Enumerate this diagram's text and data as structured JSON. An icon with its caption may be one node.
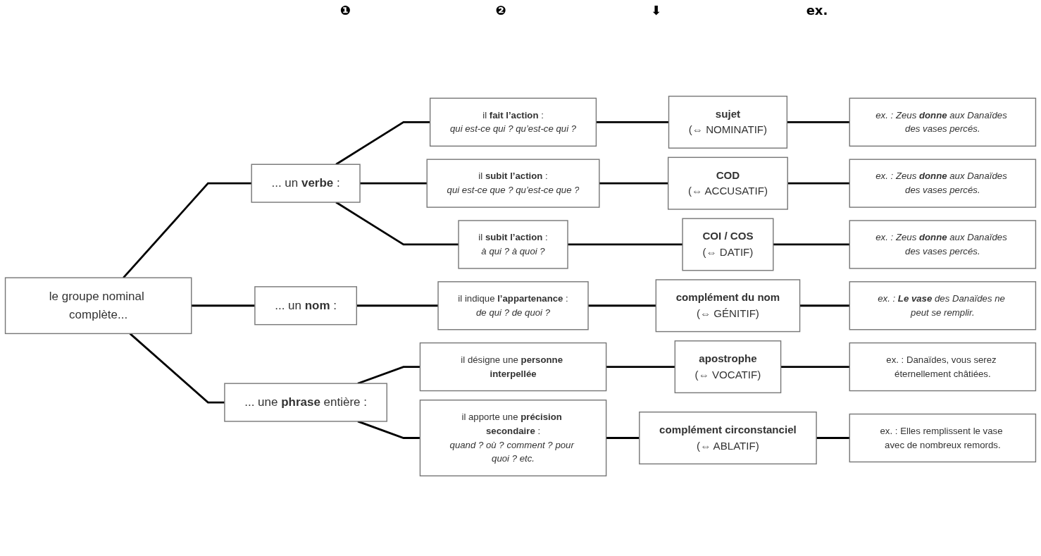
{
  "diagram": {
    "nodes": [
      {
        "text": [
          "le groupe nominal complète..."
        ]
      },
      {
        "text": [
          "... un **verbe** :"
        ]
      },
      {
        "text": [
          "... un **nom** :"
        ]
      },
      {
        "text": [
          "... une **phrase** entière :"
        ]
      },
      {
        "text": [
          "il **fait l’action** :",
          "qui est-ce qui ? qu’est-ce qui ?"
        ]
      },
      {
        "text": [
          "sujet",
          "(⇔ NOMINATIF)"
        ]
      },
      {
        "text": [
          "ex. : Zeus **donne** aux Danaïdes des vases percés."
        ]
      },
      {
        "text": [
          "il **subit l’action** :",
          "qui est-ce que ? qu’est-ce que ?"
        ]
      },
      {
        "text": [
          "COD",
          "(⇔ ACCUSATIF)"
        ]
      },
      {
        "text": [
          "ex. : Zeus **donne** aux Danaïdes des vases percés."
        ]
      },
      {
        "text": [
          "il **subit l’action** :",
          "à qui ? à quoi ?"
        ]
      },
      {
        "text": [
          "COI / COS",
          "(⇔ DATIF)"
        ]
      },
      {
        "text": [
          "ex. : Zeus **donne** aux Danaïdes des vases percés."
        ]
      },
      {
        "text": [
          "il indique **l’appartenance** :",
          "de qui ? de quoi ?"
        ]
      },
      {
        "text": [
          "complément du nom",
          "(⇔ GÉNITIF)"
        ]
      },
      {
        "text": [
          "ex. : **Le vase** des Danaïdes ne peut se remplir."
        ]
      },
      {
        "text": [
          "il désigne une **personne interpellée**"
        ]
      },
      {
        "text": [
          "apostrophe",
          "(⇔ VOCATIF)"
        ]
      },
      {
        "text": [
          "ex. : Danaïdes, vous serez éternellement châtiées."
        ]
      },
      {
        "text": [
          "il apporte une **précision secondaire** :",
          "quand ? où ? comment ? pour quoi ? etc."
        ]
      },
      {
        "text": [
          "complément circonstanciel",
          "(⇔ ABLATIF)"
        ]
      },
      {
        "text": [
          "ex. : Elles remplissent le vase avec de nombreux remords."
        ]
      }
    ],
    "edges": [
      {
        "from": 0,
        "to": 1,
        "arrow": "none"
      },
      {
        "from": 0,
        "to": 2,
        "arrow": "none"
      },
      {
        "from": 0,
        "to": 3,
        "arrow": "none"
      },
      {
        "from": 1,
        "to": 4,
        "arrow": "none"
      },
      {
        "from": 1,
        "to": 7,
        "arrow": "none"
      },
      {
        "from": 1,
        "to": 10,
        "arrow": "none"
      },
      {
        "from": 4,
        "to": 5,
        "arrow": "none"
      },
      {
        "from": 5,
        "to": 6,
        "arrow": "none"
      },
      {
        "from": 7,
        "to": 8,
        "arrow": "none"
      },
      {
        "from": 8,
        "to": 9,
        "arrow": "none"
      },
      {
        "from": 10,
        "to": 11,
        "arrow": "none"
      },
      {
        "from": 11,
        "to": 12,
        "arrow": "none"
      },
      {
        "from": 2,
        "to": 13,
        "arrow": "none"
      },
      {
        "from": 13,
        "to": 14,
        "arrow": "none"
      },
      {
        "from": 14,
        "to": 15,
        "arrow": "none"
      },
      {
        "from": 3,
        "to": 16,
        "arrow": "none"
      },
      {
        "from": 3,
        "to": 19,
        "arrow": "none"
      },
      {
        "from": 16,
        "to": 17,
        "arrow": "none"
      },
      {
        "from": 17,
        "to": 18,
        "arrow": "none"
      },
      {
        "from": 19,
        "to": 20,
        "arrow": "none"
      },
      {
        "from": 20,
        "to": 21,
        "arrow": "none"
      }
    ],
    "labels": [
      "❶",
      "❷",
      "⬇",
      "ex."
    ]
  }
}
